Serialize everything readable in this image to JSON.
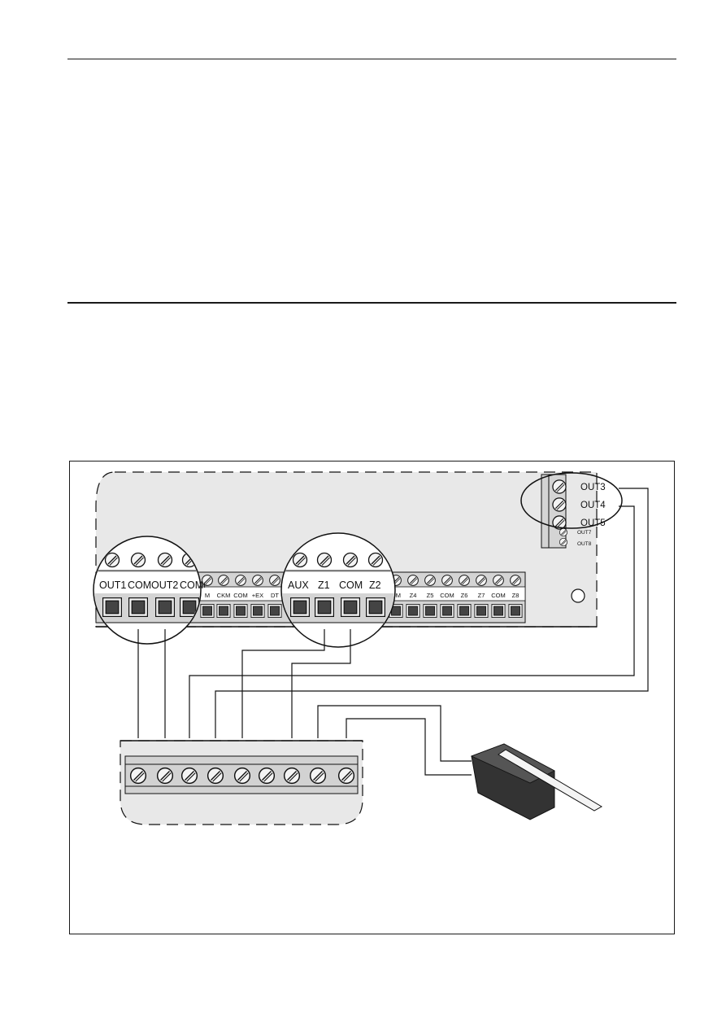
{
  "labels": {
    "main_terminals_visible": [
      "M",
      "CKM",
      "COM",
      "+EX",
      "DT",
      "OM",
      "Z4",
      "Z5",
      "COM",
      "Z6",
      "Z7",
      "COM",
      "Z8"
    ],
    "zoom_left": [
      "OUT1",
      "COM",
      "OUT2",
      "COM"
    ],
    "zoom_left_partial": "+",
    "zoom_mid": [
      "AUX",
      "Z1",
      "COM",
      "Z2"
    ],
    "right_outputs": [
      "OUT3",
      "OUT4",
      "OUT5"
    ],
    "right_outputs_small": [
      "OUT7",
      "OUT8"
    ]
  },
  "colors": {
    "board_fill": "#e8e8e8",
    "terminal_strip": "#d2d2d2",
    "device_body": "#333333",
    "line": "#1a1a1a"
  }
}
